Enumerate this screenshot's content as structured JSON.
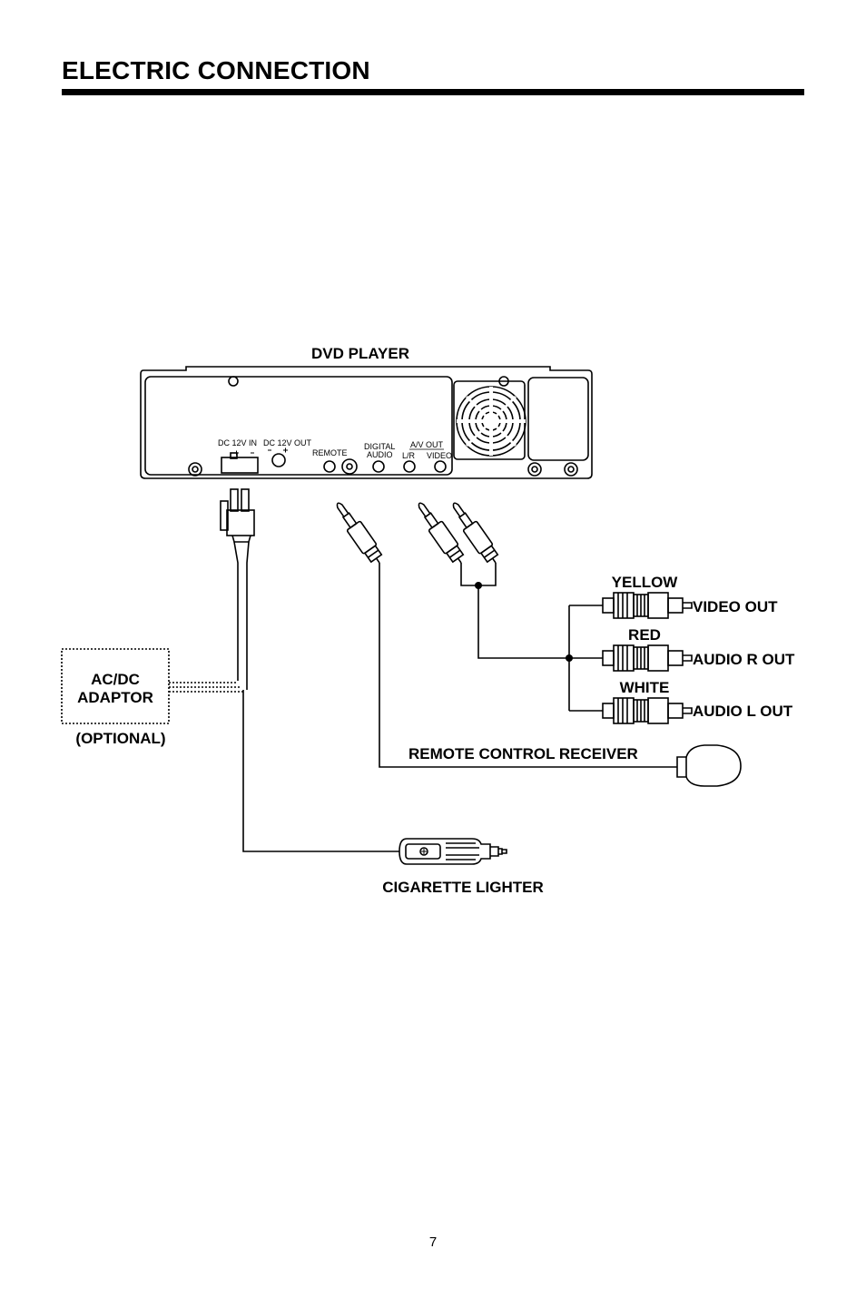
{
  "page": {
    "title": "ELECTRIC CONNECTION",
    "page_number": "7"
  },
  "labels": {
    "dvd_player": "DVD PLAYER",
    "yellow": "YELLOW",
    "video_out": "VIDEO OUT",
    "red": "RED",
    "audio_r_out": "AUDIO R OUT",
    "white": "WHITE",
    "audio_l_out": "AUDIO L OUT",
    "acdc_line1": "AC/DC",
    "acdc_line2": "ADAPTOR",
    "optional": "(OPTIONAL)",
    "remote_control_receiver": "REMOTE CONTROL RECEIVER",
    "cigarette_lighter": "CIGARETTE LIGHTER"
  },
  "panel": {
    "dc_12v_in": "DC 12V IN",
    "dc_12v_out": "DC 12V OUT",
    "remote": "REMOTE",
    "digital": "DIGITAL",
    "audio": "AUDIO",
    "av_out": "A/V OUT",
    "lr": "L/R",
    "video": "VIDEO"
  }
}
